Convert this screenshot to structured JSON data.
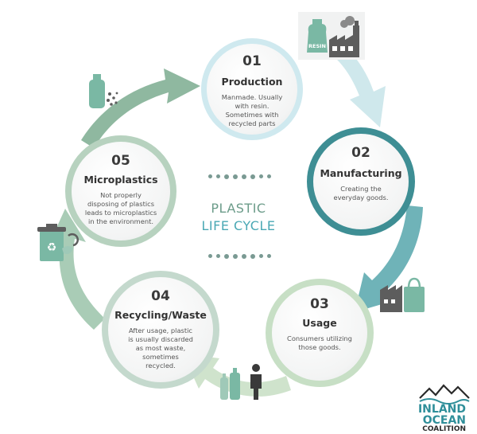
{
  "center": {
    "title_line1": "PLASTIC",
    "title_line2": "LIFE CYCLE"
  },
  "stages": [
    {
      "number": "01",
      "title": "Production",
      "description": [
        "Manmade. Usually",
        "with resin.",
        "Sometimes with",
        "recycled parts"
      ]
    },
    {
      "number": "02",
      "title": "Manufacturing",
      "description": [
        "Creating the",
        "everyday goods."
      ]
    },
    {
      "number": "03",
      "title": "Usage",
      "description": [
        "Consumers utilizing",
        "those goods."
      ]
    },
    {
      "number": "04",
      "title": "Recycling/Waste",
      "description": [
        "After usage, plastic",
        "is usually discarded",
        "as most waste,",
        "sometimes",
        "recycled."
      ]
    },
    {
      "number": "05",
      "title": "Microplastics",
      "description": [
        "Not properly",
        "disposing of plastics",
        "leads to microplastics",
        "in the environment."
      ]
    }
  ],
  "icons": {
    "resin_label": "RESIN",
    "production": "resin-bag-and-factory-icon",
    "manufacturing": "factory-and-shopping-bag-icon",
    "usage": "bottles-and-person-icon",
    "recycling": "recycle-bin-icon",
    "microplastics": "bottle-and-particles-icon"
  },
  "logo": {
    "line1": "INLAND",
    "line2": "OCEAN",
    "line3": "COALITION"
  },
  "colors": {
    "arrow_production": "#cfe8ec",
    "arrow_manufacturing": "#6fb3b8",
    "arrow_usage": "#cfe3cc",
    "arrow_recycling": "#a9ccb6",
    "arrow_microplastics": "#8fb8a0",
    "ring_production": "#cfe9ef",
    "ring_manufacturing": "#3e8e94",
    "ring_usage": "#c7dfc5",
    "ring_recycling": "#c4d9cd",
    "ring_microplastics": "#b7d2bf",
    "title_plastic": "#6c9c8a",
    "title_lifecycle": "#4aa8b4",
    "icon_gray": "#5d5d5d",
    "icon_green": "#7ab8a4",
    "logo_teal": "#2f8f9a",
    "logo_dark": "#2a2a2a"
  }
}
